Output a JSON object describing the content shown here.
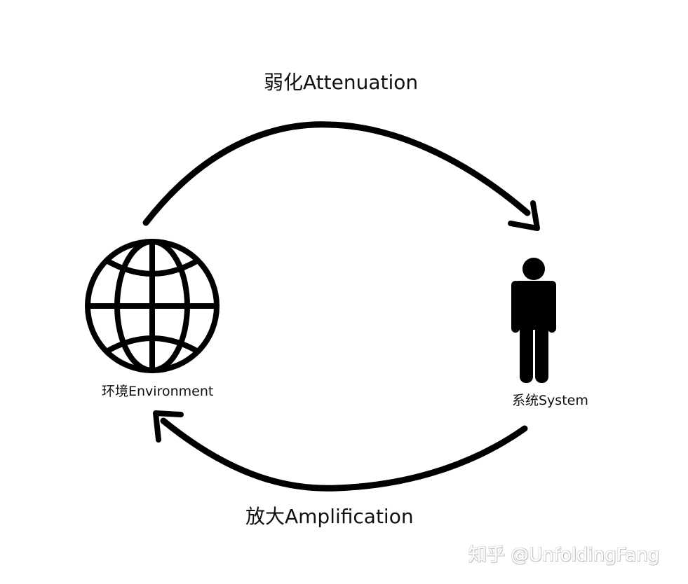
{
  "diagram": {
    "top_arrow": {
      "label": "弱化Attenuation",
      "direction": "environment-to-system",
      "color": "#000000"
    },
    "bottom_arrow": {
      "label": "放大Amplification",
      "direction": "system-to-environment",
      "color": "#000000"
    },
    "environment": {
      "label": "环境Environment",
      "icon": "globe-icon"
    },
    "system": {
      "label": "系统System",
      "icon": "person-icon"
    }
  },
  "watermark": {
    "text": "知乎 @UnfoldingFang"
  }
}
